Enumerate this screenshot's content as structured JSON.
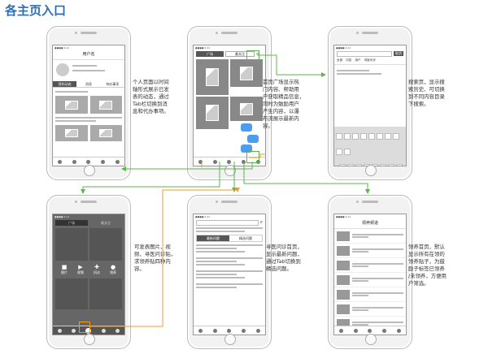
{
  "title": "各主页入口",
  "notes": {
    "personal": "个人页面以时间\n轴形式展示已发\n表的动态，通过\nTab栏切换到消\n息和代办事项。",
    "square": "首页广场显示热\n门内容、帮助用\n户获取精品信息，\n同时为勉励用户\n产生内容，以瀑\n布流展示最新内\n容。",
    "search": "搜索页，显示搜\n索历史、可切换\n到不同内容目录\n下搜索。",
    "publish": "可发表图片、视\n频、寻医问诊贴，\n求领养贴四种内\n容。",
    "clinic": "寻医问诊首页，\n显示最新问题，\n通过Tab切换到\n精选问题。",
    "adopt": "领养首页，默认\n显示所有在领的\n领养贴子，为鼓\n励子标签已领养\n/未领养，方便用\n户筛选。"
  },
  "phones": {
    "personal": {
      "header": "用户名",
      "tabs": [
        "我的动态",
        "消息",
        "待办事项"
      ]
    },
    "square": {
      "tabs": [
        "广场",
        "最关注"
      ]
    },
    "search": {
      "tabs": [
        "全部",
        "问答",
        "用户",
        "寻医问诊"
      ],
      "cancel": "取消"
    },
    "publish": {
      "tabs": [
        "广场",
        "最关注"
      ],
      "options": [
        "图片",
        "视频",
        "问诊",
        "领养"
      ]
    },
    "clinic": {
      "tabs": [
        "最新问题",
        "精选问题"
      ]
    },
    "adopt": {
      "header": "领养频道"
    }
  },
  "colors": {
    "accent": "#4a9df0",
    "orange": "#f29a2e",
    "green": "#5bb74a",
    "title": "#2a6fb8"
  }
}
